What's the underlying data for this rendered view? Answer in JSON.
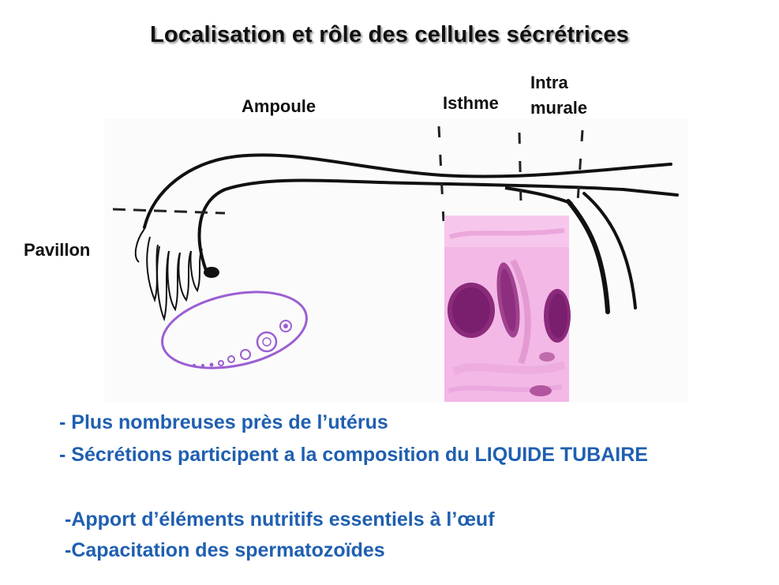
{
  "title": "Localisation et rôle des cellules sécrétrices",
  "labels": {
    "ampoule": "Ampoule",
    "isthme": "Isthme",
    "intra": "Intra",
    "murale": "murale",
    "pavillon": "Pavillon"
  },
  "bullets": [
    "- Plus nombreuses près de l’utérus",
    "- Sécrétions  participent a la composition du LIQUIDE TUBAIRE",
    "-Apport d’éléments nutritifs essentiels à l’œuf",
    "-Capacitation des spermatozoïdes"
  ],
  "colors": {
    "bullet_text": "#1f5fb0",
    "ovary_outline": "#9b5fd1",
    "histology_bg": "#f3b8e6",
    "nucleus": "#7a1f6e"
  }
}
